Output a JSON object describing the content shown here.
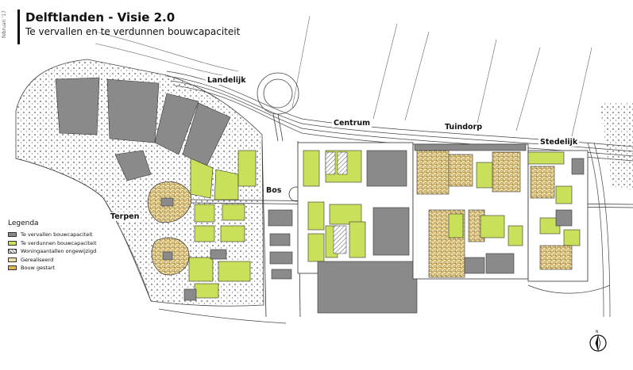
{
  "title": "Delftlanden - Visie 2.0",
  "subtitle": "Te vervallen en te verdunnen bouwcapaciteit",
  "side_date": "februari '17",
  "north_label": "N",
  "legend": {
    "title": "Legenda",
    "items": [
      {
        "label": "Te vervallen bouwcapaciteit",
        "swatch": "grey",
        "color": "#8a8a8a"
      },
      {
        "label": "Te verdunnen bouwcapaciteit",
        "swatch": "green",
        "color": "#c8e05a"
      },
      {
        "label": "Woningaantallen ongewijzigd",
        "swatch": "hatch",
        "color": "#ffffff"
      },
      {
        "label": "Gerealiseerd",
        "swatch": "tan",
        "color": "#f2dea2"
      },
      {
        "label": "Bouw gestart",
        "swatch": "orange",
        "color": "#e0b453"
      }
    ]
  },
  "area_labels": {
    "landelijk": "Landelijk",
    "centrum": "Centrum",
    "tuindorp": "Tuindorp",
    "stedelijk": "Stedelijk",
    "bos": "Bos",
    "terpen": "Terpen"
  },
  "colors": {
    "grey": "#8a8a8a",
    "green": "#c8e05a",
    "tan": "#f2dea2",
    "orange": "#e0b453",
    "line": "#333333"
  }
}
